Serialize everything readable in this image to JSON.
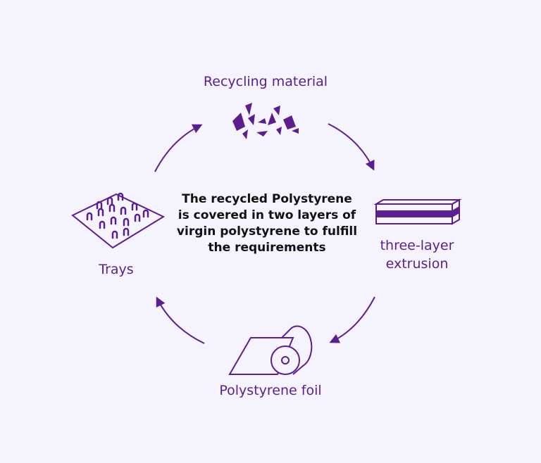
{
  "nodes": {
    "recycling": {
      "label": "Recycling material",
      "icon": "recycled-flakes-icon"
    },
    "extrusion": {
      "label": "three-layer extrusion",
      "icon": "layered-sheet-icon"
    },
    "foil": {
      "label": "Polystyrene foil",
      "icon": "foil-roll-icon"
    },
    "trays": {
      "label": "Trays",
      "icon": "tray-grid-icon"
    }
  },
  "center_text": "The recycled Polystyrene is covered in two layers of virgin polystyrene to fulfill the requirements",
  "colors": {
    "background": "#f5f3fd",
    "accent": "#5a1f8c",
    "text": "#111111"
  }
}
